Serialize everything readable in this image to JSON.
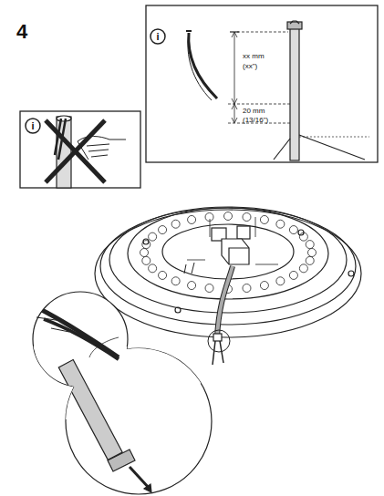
{
  "diagram": {
    "labels": [
      "4",
      "i",
      "i",
      "xx mm",
      "(xx\")",
      "20 mm",
      "(13/16\")"
    ]
  }
}
